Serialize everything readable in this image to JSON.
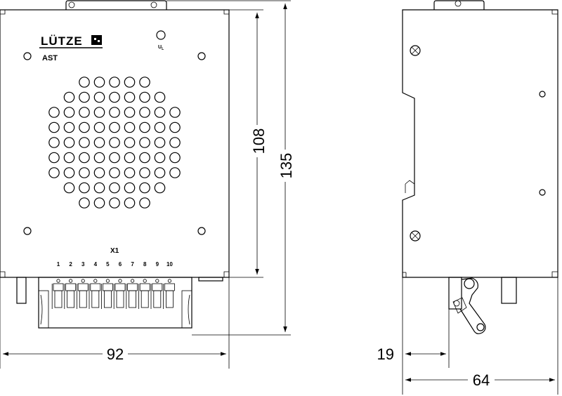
{
  "brand": "LÜTZE",
  "model": "AST",
  "led_label": "U",
  "led_label_sub": "L",
  "connector_label": "X1",
  "terminal_numbers": [
    "1",
    "2",
    "3",
    "4",
    "5",
    "6",
    "7",
    "8",
    "9",
    "10"
  ],
  "dimensions": {
    "width_front": "92",
    "inner_height": "108",
    "total_height": "135",
    "clip_offset": "19",
    "depth": "64"
  },
  "icons": [
    "screw-icon",
    "clip-icon",
    "ventilation-grid"
  ]
}
